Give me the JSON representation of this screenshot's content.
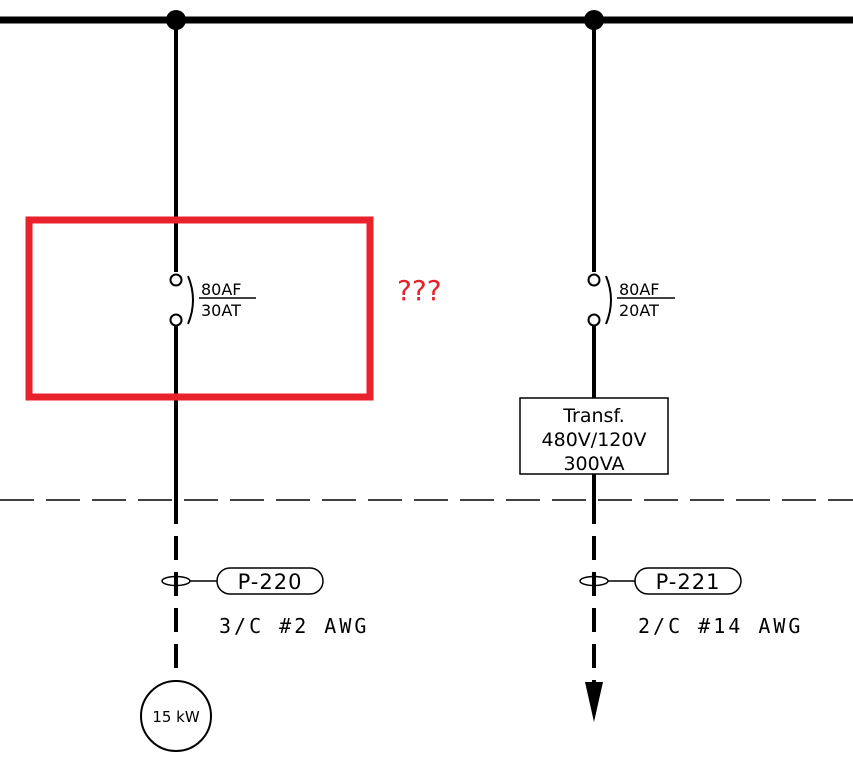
{
  "feeders": [
    {
      "breaker_frame": "80AF",
      "breaker_trip": "30AT",
      "cable_tag": "P-220",
      "cable_desc": "3/C #2 AWG",
      "load": "15 kW"
    },
    {
      "breaker_frame": "80AF",
      "breaker_trip": "20AT",
      "transformer": [
        "Transf.",
        "480V/120V",
        "300VA"
      ],
      "cable_tag": "P-221",
      "cable_desc": "2/C #14 AWG"
    }
  ],
  "annotation": {
    "text": "???",
    "color": "#e8212b"
  }
}
